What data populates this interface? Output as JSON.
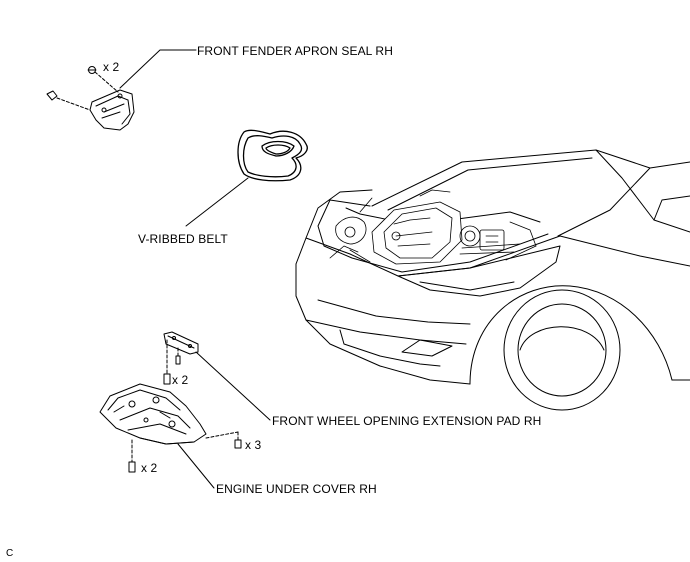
{
  "labels": {
    "fender_seal": "FRONT FENDER APRON SEAL RH",
    "v_belt": "V-RIBBED BELT",
    "extension_pad": "FRONT WHEEL OPENING EXTENSION PAD RH",
    "under_cover": "ENGINE UNDER COVER RH"
  },
  "quantities": {
    "fender_screws": "x 2",
    "pad_clips": "x 2",
    "cover_front_bolts": "x 2",
    "cover_side_screws": "x 3"
  },
  "figure_code": "C"
}
